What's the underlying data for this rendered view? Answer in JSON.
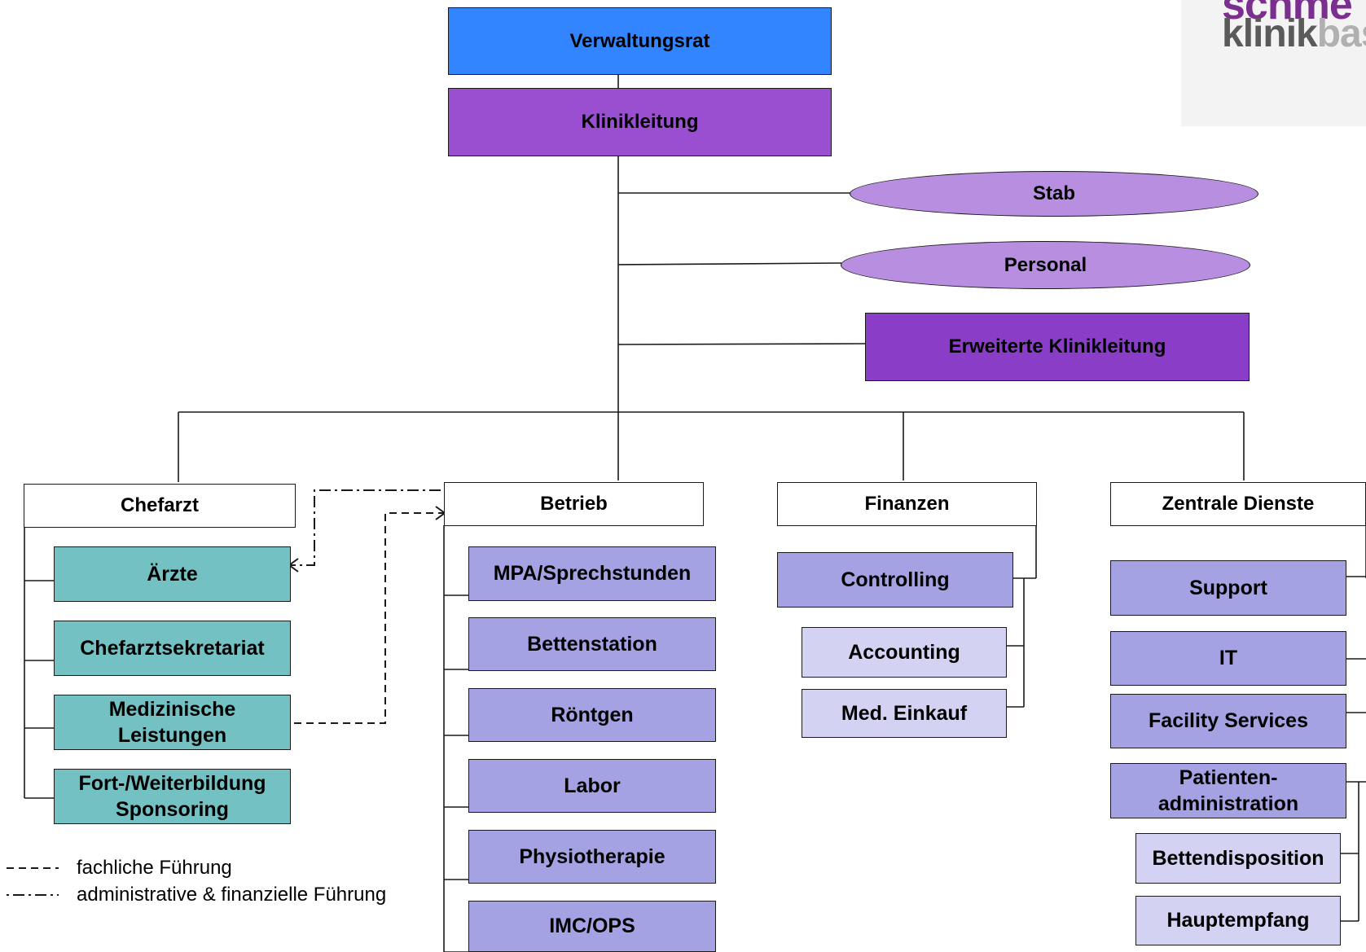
{
  "logo": {
    "line1": "schme",
    "line2_dark": "klinik",
    "line2_light": "bas"
  },
  "top": {
    "verwaltungsrat": "Verwaltungsrat",
    "klinikleitung": "Klinikleitung",
    "stab": "Stab",
    "personal": "Personal",
    "erweiterte": "Erweiterte Klinikleitung"
  },
  "chefarzt": {
    "title": "Chefarzt",
    "items": [
      "Ärzte",
      "Chefarztsekretariat",
      "Medizinische Leistungen",
      "Fort-/Weiterbildung Sponsoring"
    ]
  },
  "betrieb": {
    "title": "Betrieb",
    "items": [
      "MPA/Sprechstunden",
      "Bettenstation",
      "Röntgen",
      "Labor",
      "Physiotherapie",
      "IMC/OPS"
    ]
  },
  "finanzen": {
    "title": "Finanzen",
    "items": [
      "Controlling",
      "Accounting",
      "Med. Einkauf"
    ]
  },
  "zentrale": {
    "title": "Zentrale Dienste",
    "items": [
      "Support",
      "IT",
      "Facility Services",
      "Patienten-administration",
      "Bettendisposition",
      "Hauptempfang"
    ]
  },
  "legend": {
    "dashed": "fachliche Führung",
    "dashdot": "administrative & finanzielle Führung"
  }
}
